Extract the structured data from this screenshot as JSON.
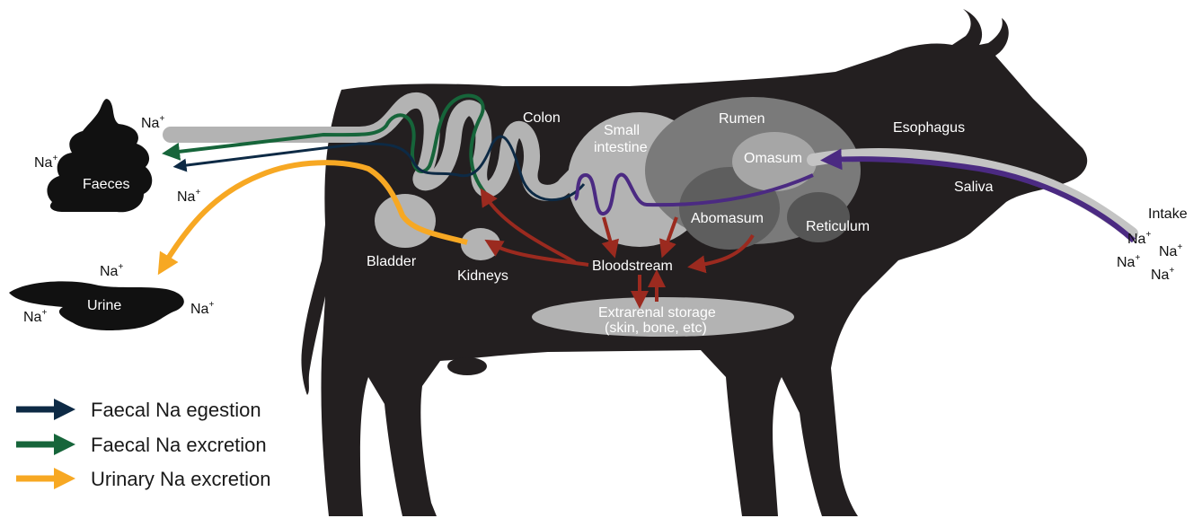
{
  "labels": {
    "colon": "Colon",
    "small_intestine_1": "Small",
    "small_intestine_2": "intestine",
    "rumen": "Rumen",
    "omasum": "Omasum",
    "abomasum": "Abomasum",
    "reticulum": "Reticulum",
    "esophagus": "Esophagus",
    "saliva": "Saliva",
    "intake": "Intake",
    "bladder": "Bladder",
    "kidneys": "Kidneys",
    "bloodstream": "Bloodstream",
    "extrarenal_1": "Extrarenal storage",
    "extrarenal_2": "(skin, bone, etc)",
    "faeces": "Faeces",
    "urine": "Urine",
    "sodium": "Na",
    "plus": "+"
  },
  "legend": [
    {
      "label": "Faecal Na egestion",
      "color": "#0d2a45"
    },
    {
      "label": "Faecal Na excretion",
      "color": "#16653a"
    },
    {
      "label": "Urinary Na excretion",
      "color": "#f7a823"
    }
  ],
  "colors": {
    "cow": "#231f20",
    "organ_light": "#b3b3b3",
    "rumen": "#7a7a7a",
    "abomasum": "#5e5e5e",
    "reticulum": "#555555",
    "omasum": "#a6a6a6",
    "intake_path": "#4b2a82",
    "blood_arrow": "#9b2a1f",
    "esophagus_band": "#c4c4c4"
  }
}
